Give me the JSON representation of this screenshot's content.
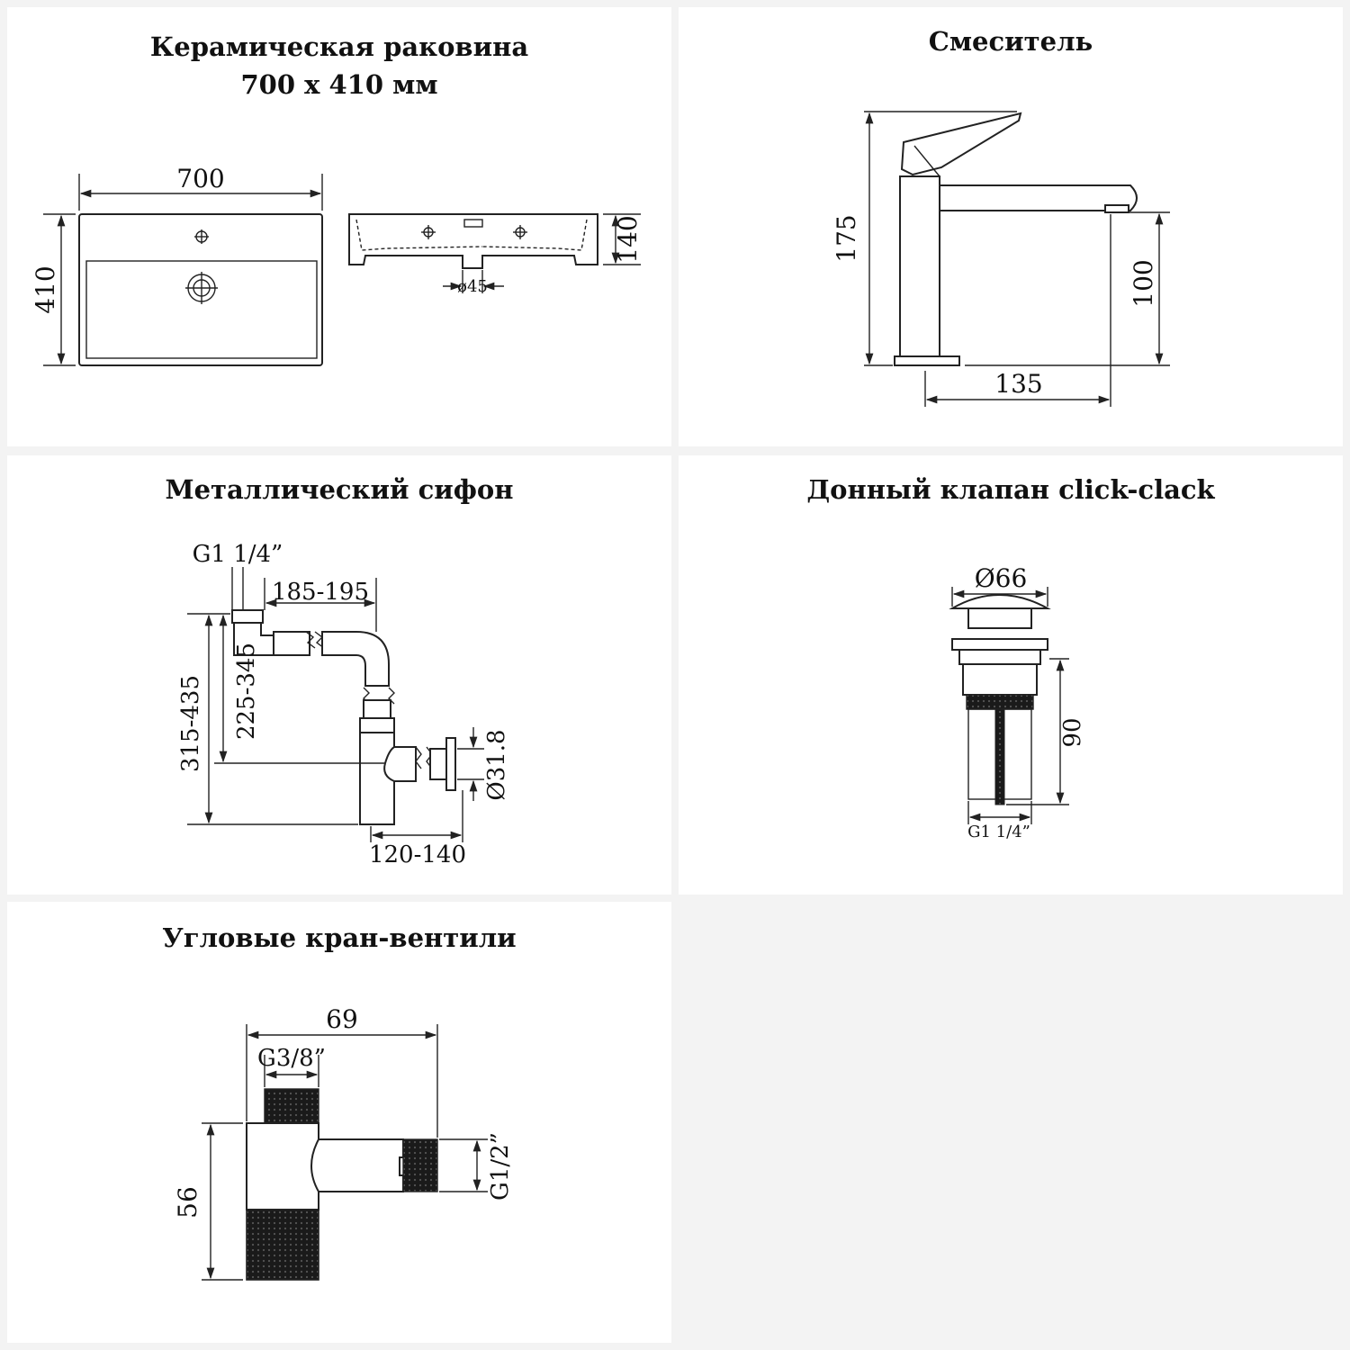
{
  "colors": {
    "background": "#f3f3f3",
    "panel": "#ffffff",
    "ink": "#111111"
  },
  "sink": {
    "title_line1": "Керамическая раковина",
    "title_line2": "700 x 410 мм",
    "dim_width": "700",
    "dim_depth": "410",
    "dim_height": "140",
    "dim_drain": "ø45"
  },
  "mixer": {
    "title": "Смеситель",
    "dim_height": "175",
    "dim_spout_height": "100",
    "dim_reach": "135"
  },
  "siphon": {
    "title": "Металлический сифон",
    "dim_thread": "G1 1/4”",
    "dim_length": "185-195",
    "dim_height_total": "315-435",
    "dim_height_inner": "225-345",
    "dim_pipe": "Ø31.8",
    "dim_depth": "120-140"
  },
  "valve": {
    "title": "Донный клапан click-clack",
    "dim_diameter": "Ø66",
    "dim_height": "90",
    "dim_thread": "G1 1/4”"
  },
  "angle_valve": {
    "title": "Угловые кран-вентили",
    "dim_width": "69",
    "dim_thread_top": "G3/8”",
    "dim_height": "56",
    "dim_thread_side": "G1/2”"
  }
}
